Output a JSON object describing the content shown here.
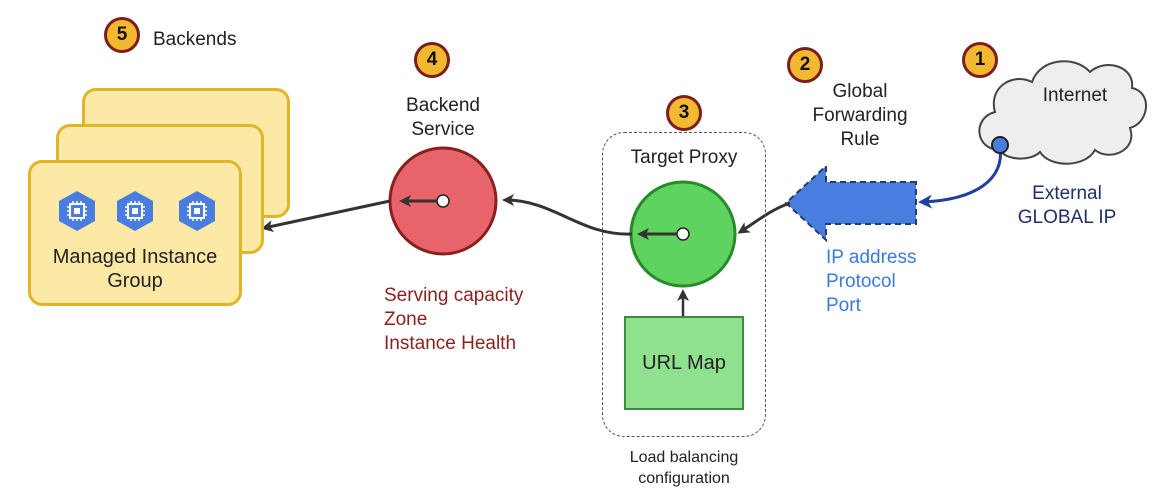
{
  "badges": {
    "one": "1",
    "two": "2",
    "three": "3",
    "four": "4",
    "five": "5"
  },
  "nodes": {
    "internet": "Internet",
    "external_ip": [
      "External",
      "GLOBAL IP"
    ],
    "forwarding_rule": [
      "Global",
      "Forwarding",
      "Rule"
    ],
    "forwarding_rule_fields": [
      "IP address",
      "Protocol",
      "Port"
    ],
    "target_proxy": "Target Proxy",
    "url_map": "URL Map",
    "lb_config": [
      "Load balancing",
      "configuration"
    ],
    "backend_service": [
      "Backend",
      "Service"
    ],
    "backend_service_fields": [
      "Serving capacity",
      "Zone",
      "Instance Health"
    ],
    "backends": "Backends",
    "managed_instance_group": [
      "Managed Instance",
      "Group"
    ]
  },
  "colors": {
    "badge_fill": "#f2b930",
    "badge_border": "#7d1d1d",
    "target_proxy_fill": "#5fd35f",
    "backend_service_fill": "#e8646b",
    "forwarding_arrow": "#4a7de0",
    "instance_group_fill": "#fce9a6",
    "url_map_fill": "#8fe08f"
  },
  "icons": {
    "instance": "compute-engine-icon",
    "cloud": "cloud-shape"
  }
}
